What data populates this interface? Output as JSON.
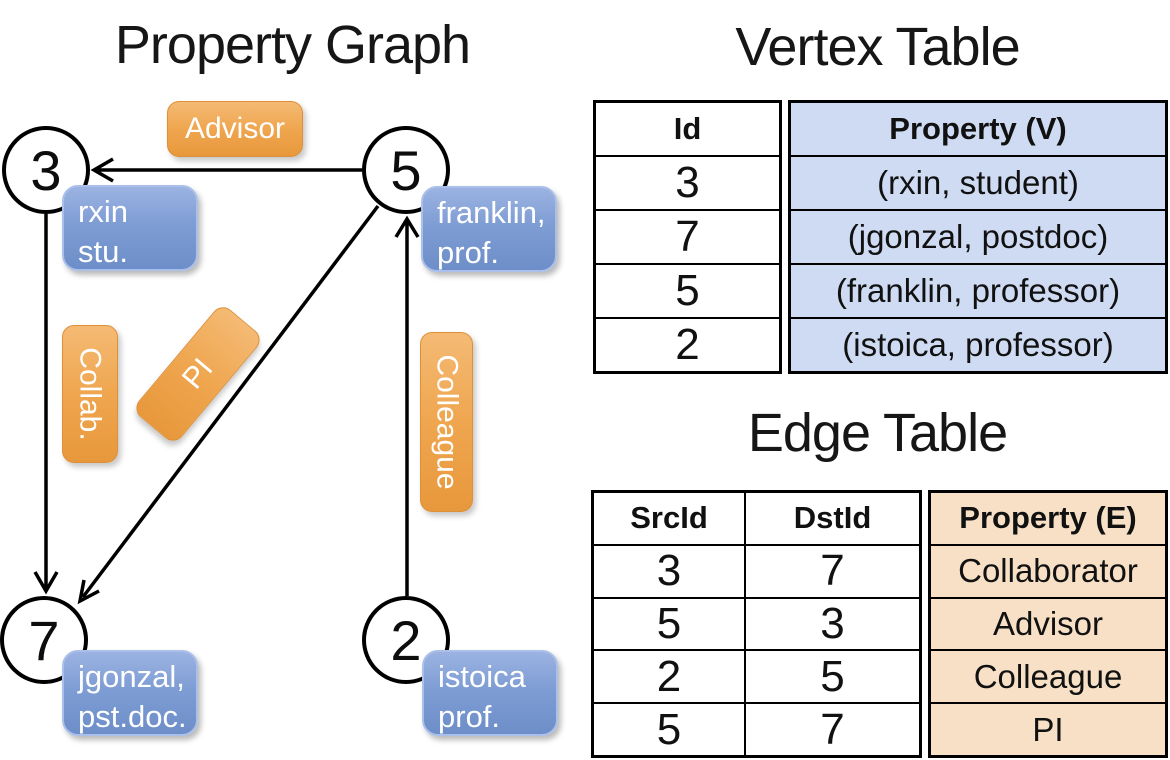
{
  "colors": {
    "node_stroke": "#000000",
    "blue_box": "#7E9DD4",
    "blue_box_border": "#AABFE9",
    "orange_box": "#EFA64F",
    "orange_box_border": "#DD9038",
    "vertex_property_bg": "#CEDBF2",
    "edge_property_bg": "#F7E0C6",
    "table_border": "#000000",
    "box_text": "#FFFFFF",
    "title_text": "#161616"
  },
  "graph": {
    "title": "Property Graph",
    "nodes": [
      {
        "id": "3",
        "tag_line1": "rxin",
        "tag_line2": "stu."
      },
      {
        "id": "5",
        "tag_line1": "franklin,",
        "tag_line2": "prof."
      },
      {
        "id": "7",
        "tag_line1": "jgonzal,",
        "tag_line2": "pst.doc."
      },
      {
        "id": "2",
        "tag_line1": "istoica",
        "tag_line2": "prof."
      }
    ],
    "edge_labels": {
      "advisor": "Advisor",
      "collab": "Collab.",
      "pi": "PI",
      "colleague": "Colleague"
    },
    "edges": [
      {
        "src": "5",
        "dst": "3",
        "label": "Advisor"
      },
      {
        "src": "3",
        "dst": "7",
        "label": "Collab."
      },
      {
        "src": "5",
        "dst": "7",
        "label": "PI"
      },
      {
        "src": "2",
        "dst": "5",
        "label": "Colleague"
      }
    ]
  },
  "vertex_table": {
    "title": "Vertex Table",
    "headers": {
      "id": "Id",
      "property": "Property (V)"
    },
    "rows": [
      {
        "id": "3",
        "property": "(rxin, student)"
      },
      {
        "id": "7",
        "property": "(jgonzal, postdoc)"
      },
      {
        "id": "5",
        "property": "(franklin, professor)"
      },
      {
        "id": "2",
        "property": "(istoica, professor)"
      }
    ]
  },
  "edge_table": {
    "title": "Edge Table",
    "headers": {
      "src": "SrcId",
      "dst": "DstId",
      "property": "Property (E)"
    },
    "rows": [
      {
        "src": "3",
        "dst": "7",
        "property": "Collaborator"
      },
      {
        "src": "5",
        "dst": "3",
        "property": "Advisor"
      },
      {
        "src": "2",
        "dst": "5",
        "property": "Colleague"
      },
      {
        "src": "5",
        "dst": "7",
        "property": "PI"
      }
    ]
  }
}
